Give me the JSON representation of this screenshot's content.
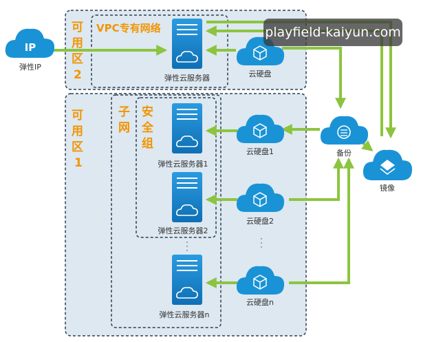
{
  "zones": {
    "zone2_label": [
      "可",
      "用",
      "区",
      "2"
    ],
    "zone1_label": [
      "可",
      "用",
      "区",
      "1"
    ],
    "vpc_label": "VPC专有网络",
    "subnet_label": [
      "子",
      "网"
    ],
    "security_group_label": [
      "安",
      "全",
      "组"
    ]
  },
  "nodes": {
    "ip": {
      "label": "IP",
      "caption": "弹性IP"
    },
    "server_top": "弹性云服务器",
    "server_1": "弹性云服务器1",
    "server_2": "弹性云服务器2",
    "server_n": "弹性云服务器n",
    "disk_top": "云硬盘",
    "disk_1": "云硬盘1",
    "disk_2": "云硬盘2",
    "disk_n": "云硬盘n",
    "backup": "备份",
    "image": "镜像"
  },
  "watermark": "playfield-kaiyun.com",
  "colors": {
    "zone_fill": "#dde8f1",
    "zone_border": "#2d3e50",
    "accent_orange": "#f29500",
    "arrow_green": "#8cc43f",
    "icon_blue": "#1a93d6",
    "server_blue": "#1487cf"
  }
}
